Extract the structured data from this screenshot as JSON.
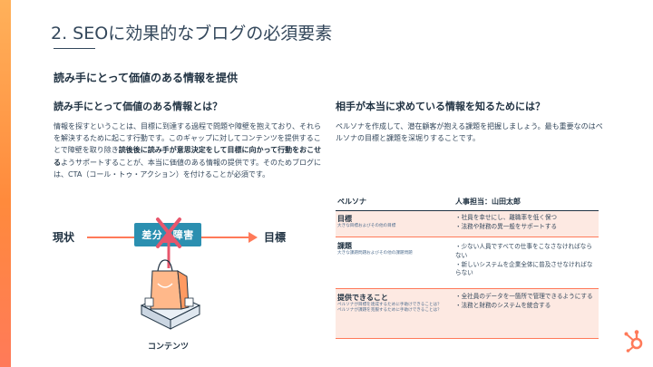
{
  "slide": {
    "title": "2. SEOに効果的なブログの必須要素",
    "section_heading": "読み手にとって価値のある情報を提供"
  },
  "left": {
    "subheading": "読み手にとって価値のある情報とは？",
    "body_1": "情報を探すということは、目標に到達する過程で問題や障壁を抱えており、それらを解決するために起こす行動です。このギャップに対してコンテンツを提供することで障壁を取り除き",
    "body_bold": "読後後に読み手が意思決定をして目標に向かって行動をおこせる",
    "body_2": "ようサポートすることが、本当に価値のある情報の提供です。そのためブログには、CTA（コール・トゥ・アクション）を付けることが必須です。"
  },
  "right": {
    "subheading": "相手が本当に求めている情報を知るためには？",
    "body": "ペルソナを作成して、潜在顧客が抱える課題を把握しましょう。最も重要なのはペルソナの目標と課題を深堀りすることです。"
  },
  "diagram": {
    "current_label": "現状",
    "goal_label": "目標",
    "gap_label": "差分・障害",
    "content_label": "コンテンツ"
  },
  "persona_table": {
    "header_left": "ペルソナ",
    "header_right": "人事担当：山田太郎",
    "rows": [
      {
        "title": "目標",
        "sub": [
          "大きな目標およびその他の目標"
        ],
        "items": [
          "・社員を幸せにし、離職率を低く保つ",
          "・法務や財務の異一般をサポートする"
        ]
      },
      {
        "title": "課題",
        "sub": [
          "大きな課題問題およびその他の課題問題"
        ],
        "items": [
          "・少ない人員ですべての仕事をこなさなければならない",
          "・新しいシステムを企業全体に普及させなければならない"
        ]
      },
      {
        "title": "提供できること",
        "sub": [
          "ペルソナが目標を達成するために手助けできることは？",
          "ペルソナが課題を克服するために手助けできることは？"
        ],
        "items": [
          "・全社員のデータを一箇所で管理できるようにする",
          "・法務と財務のシステムを統合する"
        ]
      }
    ]
  },
  "colors": {
    "accent": "#ff7a59",
    "navy": "#213343",
    "teal_box": "#2b8fb0",
    "row_tint": "#fde9e2"
  },
  "icons": {
    "logo": "hubspot-sprocket-icon",
    "cross": "cross-out-icon",
    "content": "shopping-bag-platform-icon"
  }
}
